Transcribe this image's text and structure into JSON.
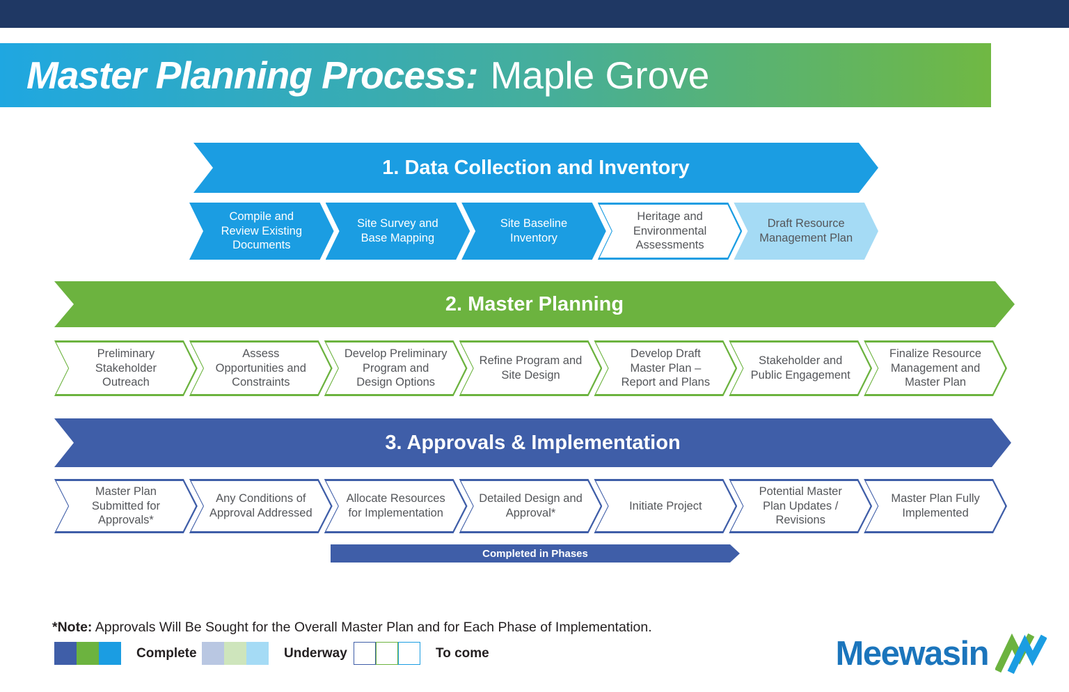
{
  "header": {
    "title_emphasis": "Master Planning Process:",
    "title_rest": "Maple Grove"
  },
  "colors": {
    "complete_blue": "#1B9DE2",
    "complete_green": "#6CB33F",
    "complete_navy": "#3F5EA8",
    "underway_lightblue": "#A5DBF5",
    "underway_lightgreen": "#CEE5BC",
    "underway_lightnavy": "#B9C7E2",
    "header_gradient_start": "#1FA7E1",
    "header_gradient_end": "#70B843",
    "top_bar_navy": "#1F3864",
    "step_text_gray": "#54565A",
    "logo_blue": "#1B75BC"
  },
  "phases": [
    {
      "banner_label": "1. Data Collection and Inventory",
      "color": "#1B9DE2",
      "steps": [
        {
          "label": "Compile and Review Existing Documents",
          "status": "complete"
        },
        {
          "label": "Site Survey and Base Mapping",
          "status": "complete"
        },
        {
          "label": "Site Baseline Inventory",
          "status": "complete"
        },
        {
          "label": "Heritage and Environmental Assessments",
          "status": "to_come"
        },
        {
          "label": "Draft Resource Management Plan",
          "status": "underway"
        }
      ]
    },
    {
      "banner_label": "2. Master Planning",
      "color": "#6CB33F",
      "steps": [
        {
          "label": "Preliminary Stakeholder Outreach",
          "status": "to_come"
        },
        {
          "label": "Assess Opportunities and Constraints",
          "status": "to_come"
        },
        {
          "label": "Develop Preliminary Program and Design Options",
          "status": "to_come"
        },
        {
          "label": "Refine Program and Site Design",
          "status": "to_come"
        },
        {
          "label": "Develop Draft Master Plan – Report and Plans",
          "status": "to_come"
        },
        {
          "label": "Stakeholder and Public Engagement",
          "status": "to_come"
        },
        {
          "label": "Finalize Resource Management and Master Plan",
          "status": "to_come"
        }
      ]
    },
    {
      "banner_label": "3. Approvals & Implementation",
      "color": "#3F5EA8",
      "phase_bar_label": "Completed in Phases",
      "steps": [
        {
          "label": "Master Plan Submitted for Approvals*",
          "status": "to_come"
        },
        {
          "label": "Any Conditions of Approval Addressed",
          "status": "to_come"
        },
        {
          "label": "Allocate Resources for Implementation",
          "status": "to_come"
        },
        {
          "label": "Detailed Design and Approval*",
          "status": "to_come"
        },
        {
          "label": "Initiate Project",
          "status": "to_come"
        },
        {
          "label": "Potential Master Plan Updates / Revisions",
          "status": "to_come"
        },
        {
          "label": "Master Plan Fully Implemented",
          "status": "to_come"
        }
      ]
    }
  ],
  "note": {
    "bold": "*Note:",
    "text": " Approvals Will Be Sought for the Overall Master Plan and for Each Phase of Implementation."
  },
  "legend": [
    {
      "label": "Complete",
      "style": "solid",
      "swatches": [
        "#3F5EA8",
        "#6CB33F",
        "#1B9DE2"
      ]
    },
    {
      "label": "Underway",
      "style": "solid",
      "swatches": [
        "#B9C7E2",
        "#CEE5BC",
        "#A5DBF5"
      ]
    },
    {
      "label": "To come",
      "style": "outline",
      "swatches": [
        "#3F5EA8",
        "#6CB33F",
        "#1B9DE2"
      ]
    }
  ],
  "logo": {
    "text": "Meewasin",
    "mark_colors": [
      "#6CB33F",
      "#1B9DE2"
    ]
  }
}
